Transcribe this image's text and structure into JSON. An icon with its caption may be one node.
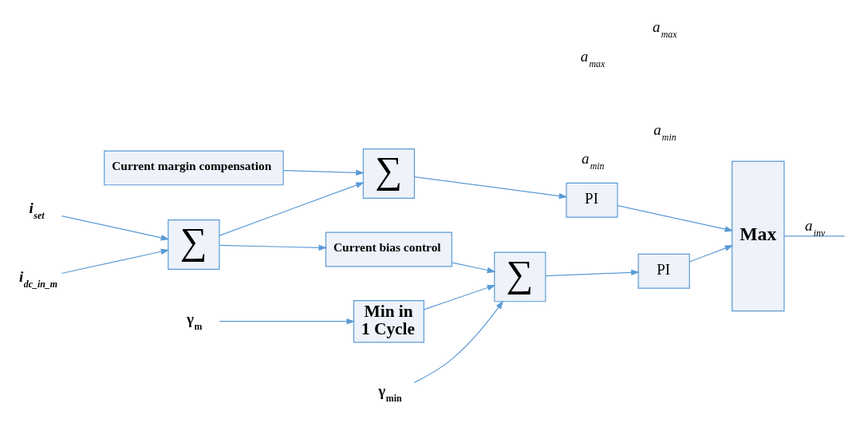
{
  "diagram": {
    "nodes": [
      {
        "text": [
          "Current margin compensation"
        ]
      },
      {
        "text": [
          "i$_{set}$"
        ]
      },
      {
        "text": [
          "∑"
        ]
      },
      {
        "text": [
          "∑"
        ]
      },
      {
        "text": [
          "PI"
        ]
      },
      {
        "text": [
          "Max"
        ]
      },
      {
        "text": [
          "i$_{dc_in_m}$"
        ]
      },
      {
        "text": [
          "Current bias control"
        ]
      },
      {
        "text": [
          "γ$_{m}$"
        ]
      },
      {
        "text": [
          "Min in 1 Cycle"
        ]
      },
      {
        "text": [
          "∑"
        ]
      },
      {
        "text": [
          "PI"
        ]
      },
      {
        "text": [
          "γ$_{min}$"
        ]
      }
    ],
    "edges": [
      {
        "from": 1,
        "to": 2,
        "arrow": "to"
      },
      {
        "from": 6,
        "to": 2,
        "arrow": "to"
      },
      {
        "from": 2,
        "to": 3,
        "arrow": "to"
      },
      {
        "from": 2,
        "to": 7,
        "arrow": "to"
      },
      {
        "from": 0,
        "to": 3,
        "arrow": "to"
      },
      {
        "from": 3,
        "to": 4,
        "arrow": "to"
      },
      {
        "from": 4,
        "to": 5,
        "arrow": "to"
      },
      {
        "from": 8,
        "to": 9,
        "arrow": "to"
      },
      {
        "from": 9,
        "to": 10,
        "arrow": "to"
      },
      {
        "from": 12,
        "to": 10,
        "arrow": "to"
      },
      {
        "from": 7,
        "to": 10,
        "arrow": "to"
      },
      {
        "from": 10,
        "to": 11,
        "arrow": "to"
      },
      {
        "from": 11,
        "to": 5,
        "arrow": "to"
      },
      {
        "from": 5,
        "to": null,
        "arrow": "none",
        "label": "a$_{inv}$"
      }
    ],
    "labels": [
      "a$_{max}$",
      "a$_{min}$",
      "a$_{max}$",
      "a$_{min}$"
    ]
  }
}
